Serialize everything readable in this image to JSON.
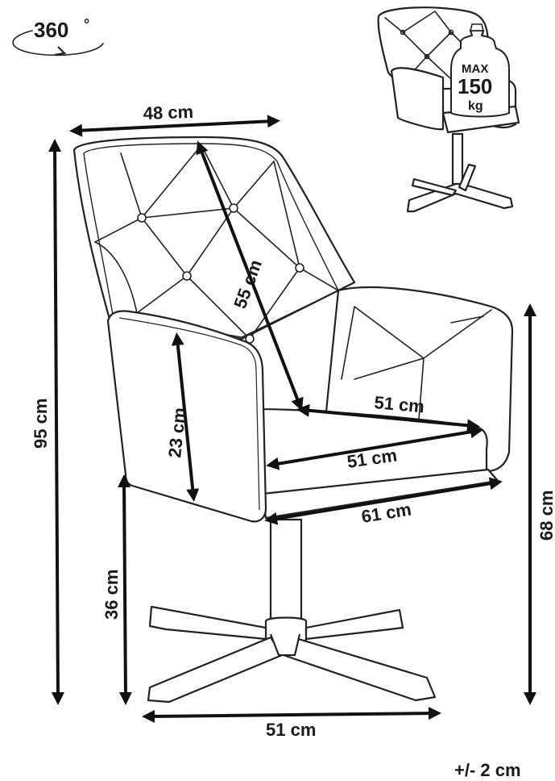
{
  "rotation": {
    "label": "360",
    "degree_symbol": "°"
  },
  "capacity_badge": {
    "line1": "MAX",
    "line2": "150",
    "line3": "kg"
  },
  "dimensions": {
    "overall_height": "95 cm",
    "overall_width": "48 cm",
    "backrest_height": "55 cm",
    "armrest_height": "23 cm",
    "seat_depth": "51 cm",
    "seat_width": "51 cm",
    "total_depth": "61 cm",
    "armrest_floor_height": "68 cm",
    "seat_floor_height": "36 cm",
    "base_width": "51 cm"
  },
  "tolerance": "+/- 2 cm",
  "colors": {
    "line": "#222222",
    "text": "#1a1a1a",
    "background": "#ffffff"
  }
}
